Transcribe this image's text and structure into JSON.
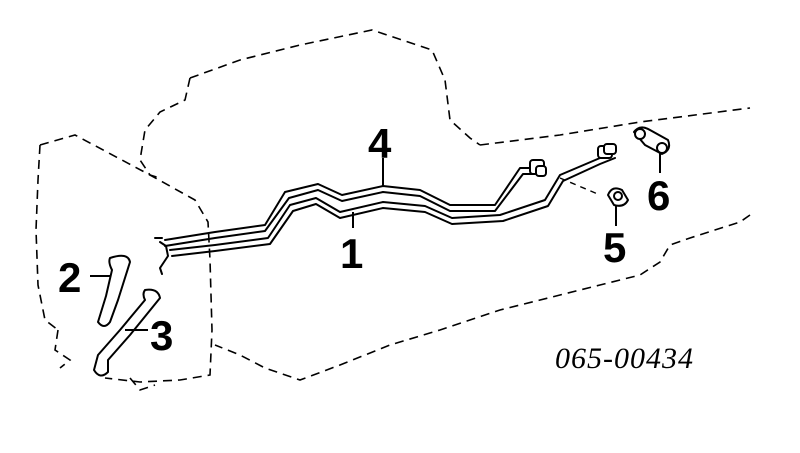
{
  "diagram": {
    "callouts": {
      "c1": "1",
      "c2": "2",
      "c3": "3",
      "c4": "4",
      "c5": "5",
      "c6": "6"
    },
    "part_number": "065-00434"
  }
}
